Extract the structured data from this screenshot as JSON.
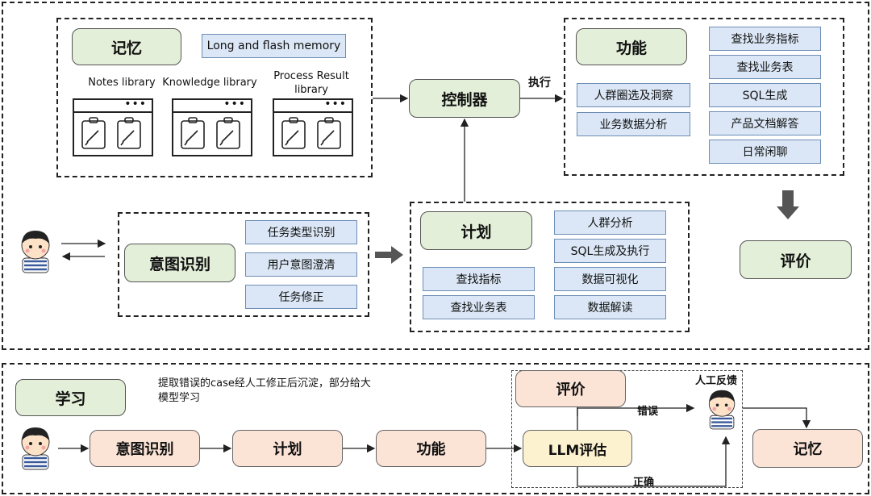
{
  "memory": {
    "title": "记忆",
    "tag": "Long and flash memory",
    "libraries": [
      "Notes library",
      "Knowledge library",
      "Process Result library"
    ]
  },
  "controller": {
    "title": "控制器",
    "exec_label": "执行"
  },
  "function": {
    "title": "功能",
    "left_items": [
      "人群圈选及洞察",
      "业务数据分析"
    ],
    "right_items": [
      "查找业务指标",
      "查找业务表",
      "SQL生成",
      "产品文档解答",
      "日常闲聊"
    ]
  },
  "evaluation": {
    "title": "评价"
  },
  "intent": {
    "title": "意图识别",
    "items": [
      "任务类型识别",
      "用户意图澄清",
      "任务修正"
    ]
  },
  "plan": {
    "title": "计划",
    "left_items": [
      "查找指标",
      "查找业务表"
    ],
    "right_items": [
      "人群分析",
      "SQL生成及执行",
      "数据可视化",
      "数据解读"
    ]
  },
  "learning": {
    "title": "学习",
    "note": "提取错误的case经人工修正后沉淀，部分给大模型学习",
    "flow": [
      "意图识别",
      "计划",
      "功能"
    ],
    "eval": "评价",
    "llm_eval": "LLM评估",
    "wrong": "错误",
    "right": "正确",
    "human_feedback": "人工反馈",
    "memory": "记忆"
  },
  "colors": {
    "green": "#e3efd9",
    "blue": "#dbe7f6",
    "peach": "#fbe3d6",
    "yellow": "#fdf2cf"
  },
  "icons": [
    "user-avatar-icon",
    "clipboard-icon",
    "window-dots-icon"
  ]
}
